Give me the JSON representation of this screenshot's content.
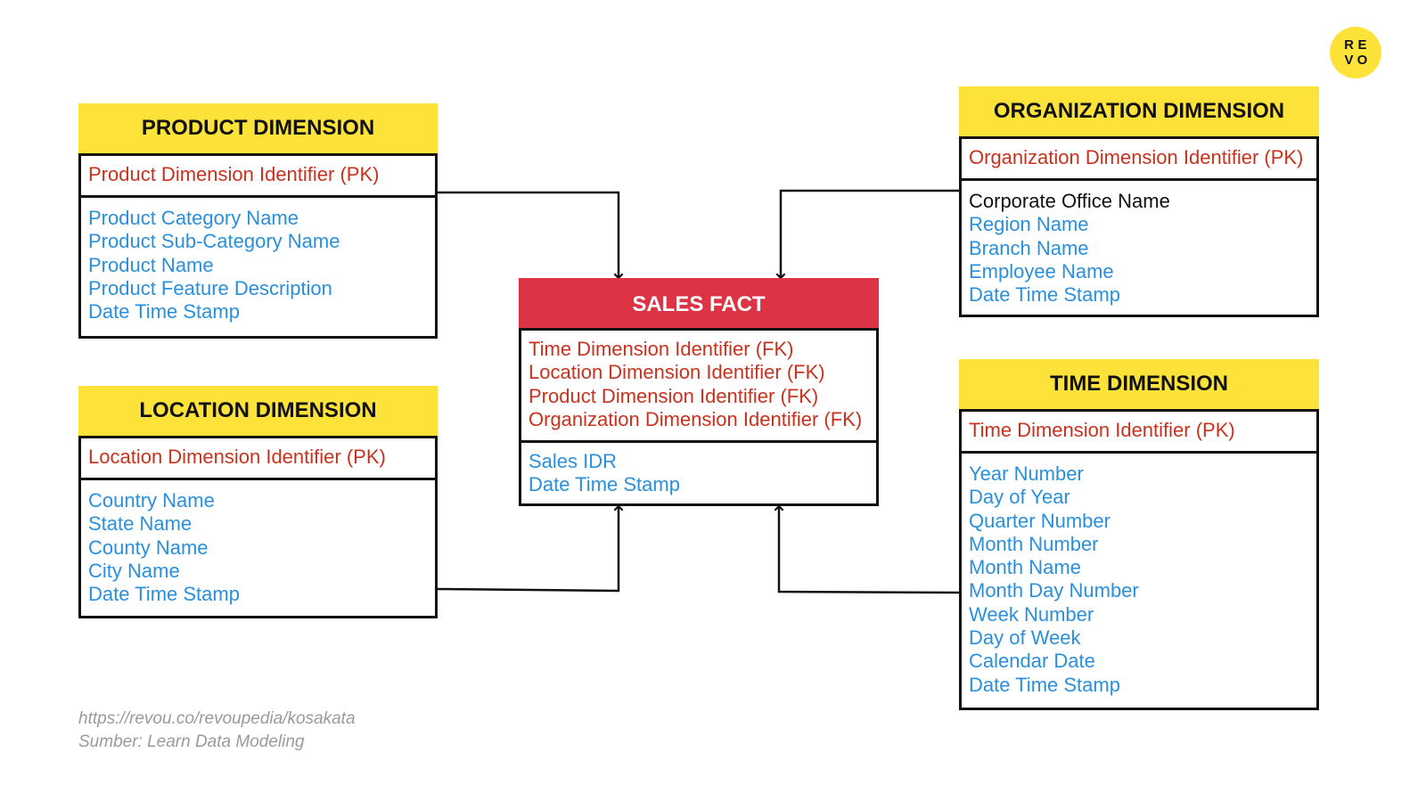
{
  "product_dimension": {
    "title": "PRODUCT DIMENSION",
    "keys": [
      "Product Dimension Identifier (PK)"
    ],
    "attributes": [
      "Product Category Name",
      "Product Sub-Category Name",
      "Product Name",
      "Product Feature Description",
      "Date Time Stamp"
    ]
  },
  "location_dimension": {
    "title": "LOCATION DIMENSION",
    "keys": [
      "Location Dimension Identifier (PK)"
    ],
    "attributes": [
      "Country Name",
      "State Name",
      "County Name",
      "City Name",
      "Date Time Stamp"
    ]
  },
  "sales_fact": {
    "title": "SALES FACT",
    "keys": [
      "Time Dimension Identifier (FK)",
      "Location Dimension Identifier (FK)",
      "Product Dimension Identifier (FK)",
      "Organization Dimension Identifier (FK)"
    ],
    "attributes": [
      "Sales IDR",
      "Date Time Stamp"
    ]
  },
  "organization_dimension": {
    "title": "ORGANIZATION DIMENSION",
    "keys": [
      "Organization Dimension Identifier (PK)"
    ],
    "attributes": [
      "Corporate Office Name",
      "Region Name",
      "Branch Name",
      "Employee Name",
      "Date Time Stamp"
    ]
  },
  "time_dimension": {
    "title": "TIME DIMENSION",
    "keys": [
      "Time Dimension Identifier (PK)"
    ],
    "attributes": [
      "Year Number",
      "Day of Year",
      "Quarter Number",
      "Month Number",
      "Month Name",
      "Month Day Number",
      "Week Number",
      "Day of Week",
      "Calendar Date",
      "Date Time Stamp"
    ]
  },
  "logo": {
    "letters": [
      "R",
      "E",
      "V",
      "O"
    ]
  },
  "footer": {
    "url": "https://revou.co/revoupedia/kosakata",
    "source": "Sumber: Learn Data Modeling"
  },
  "colors": {
    "dimension_header": "#fde23a",
    "fact_header": "#dc3345",
    "key_text": "#c8321e",
    "attribute_text": "#2a8fdc"
  }
}
